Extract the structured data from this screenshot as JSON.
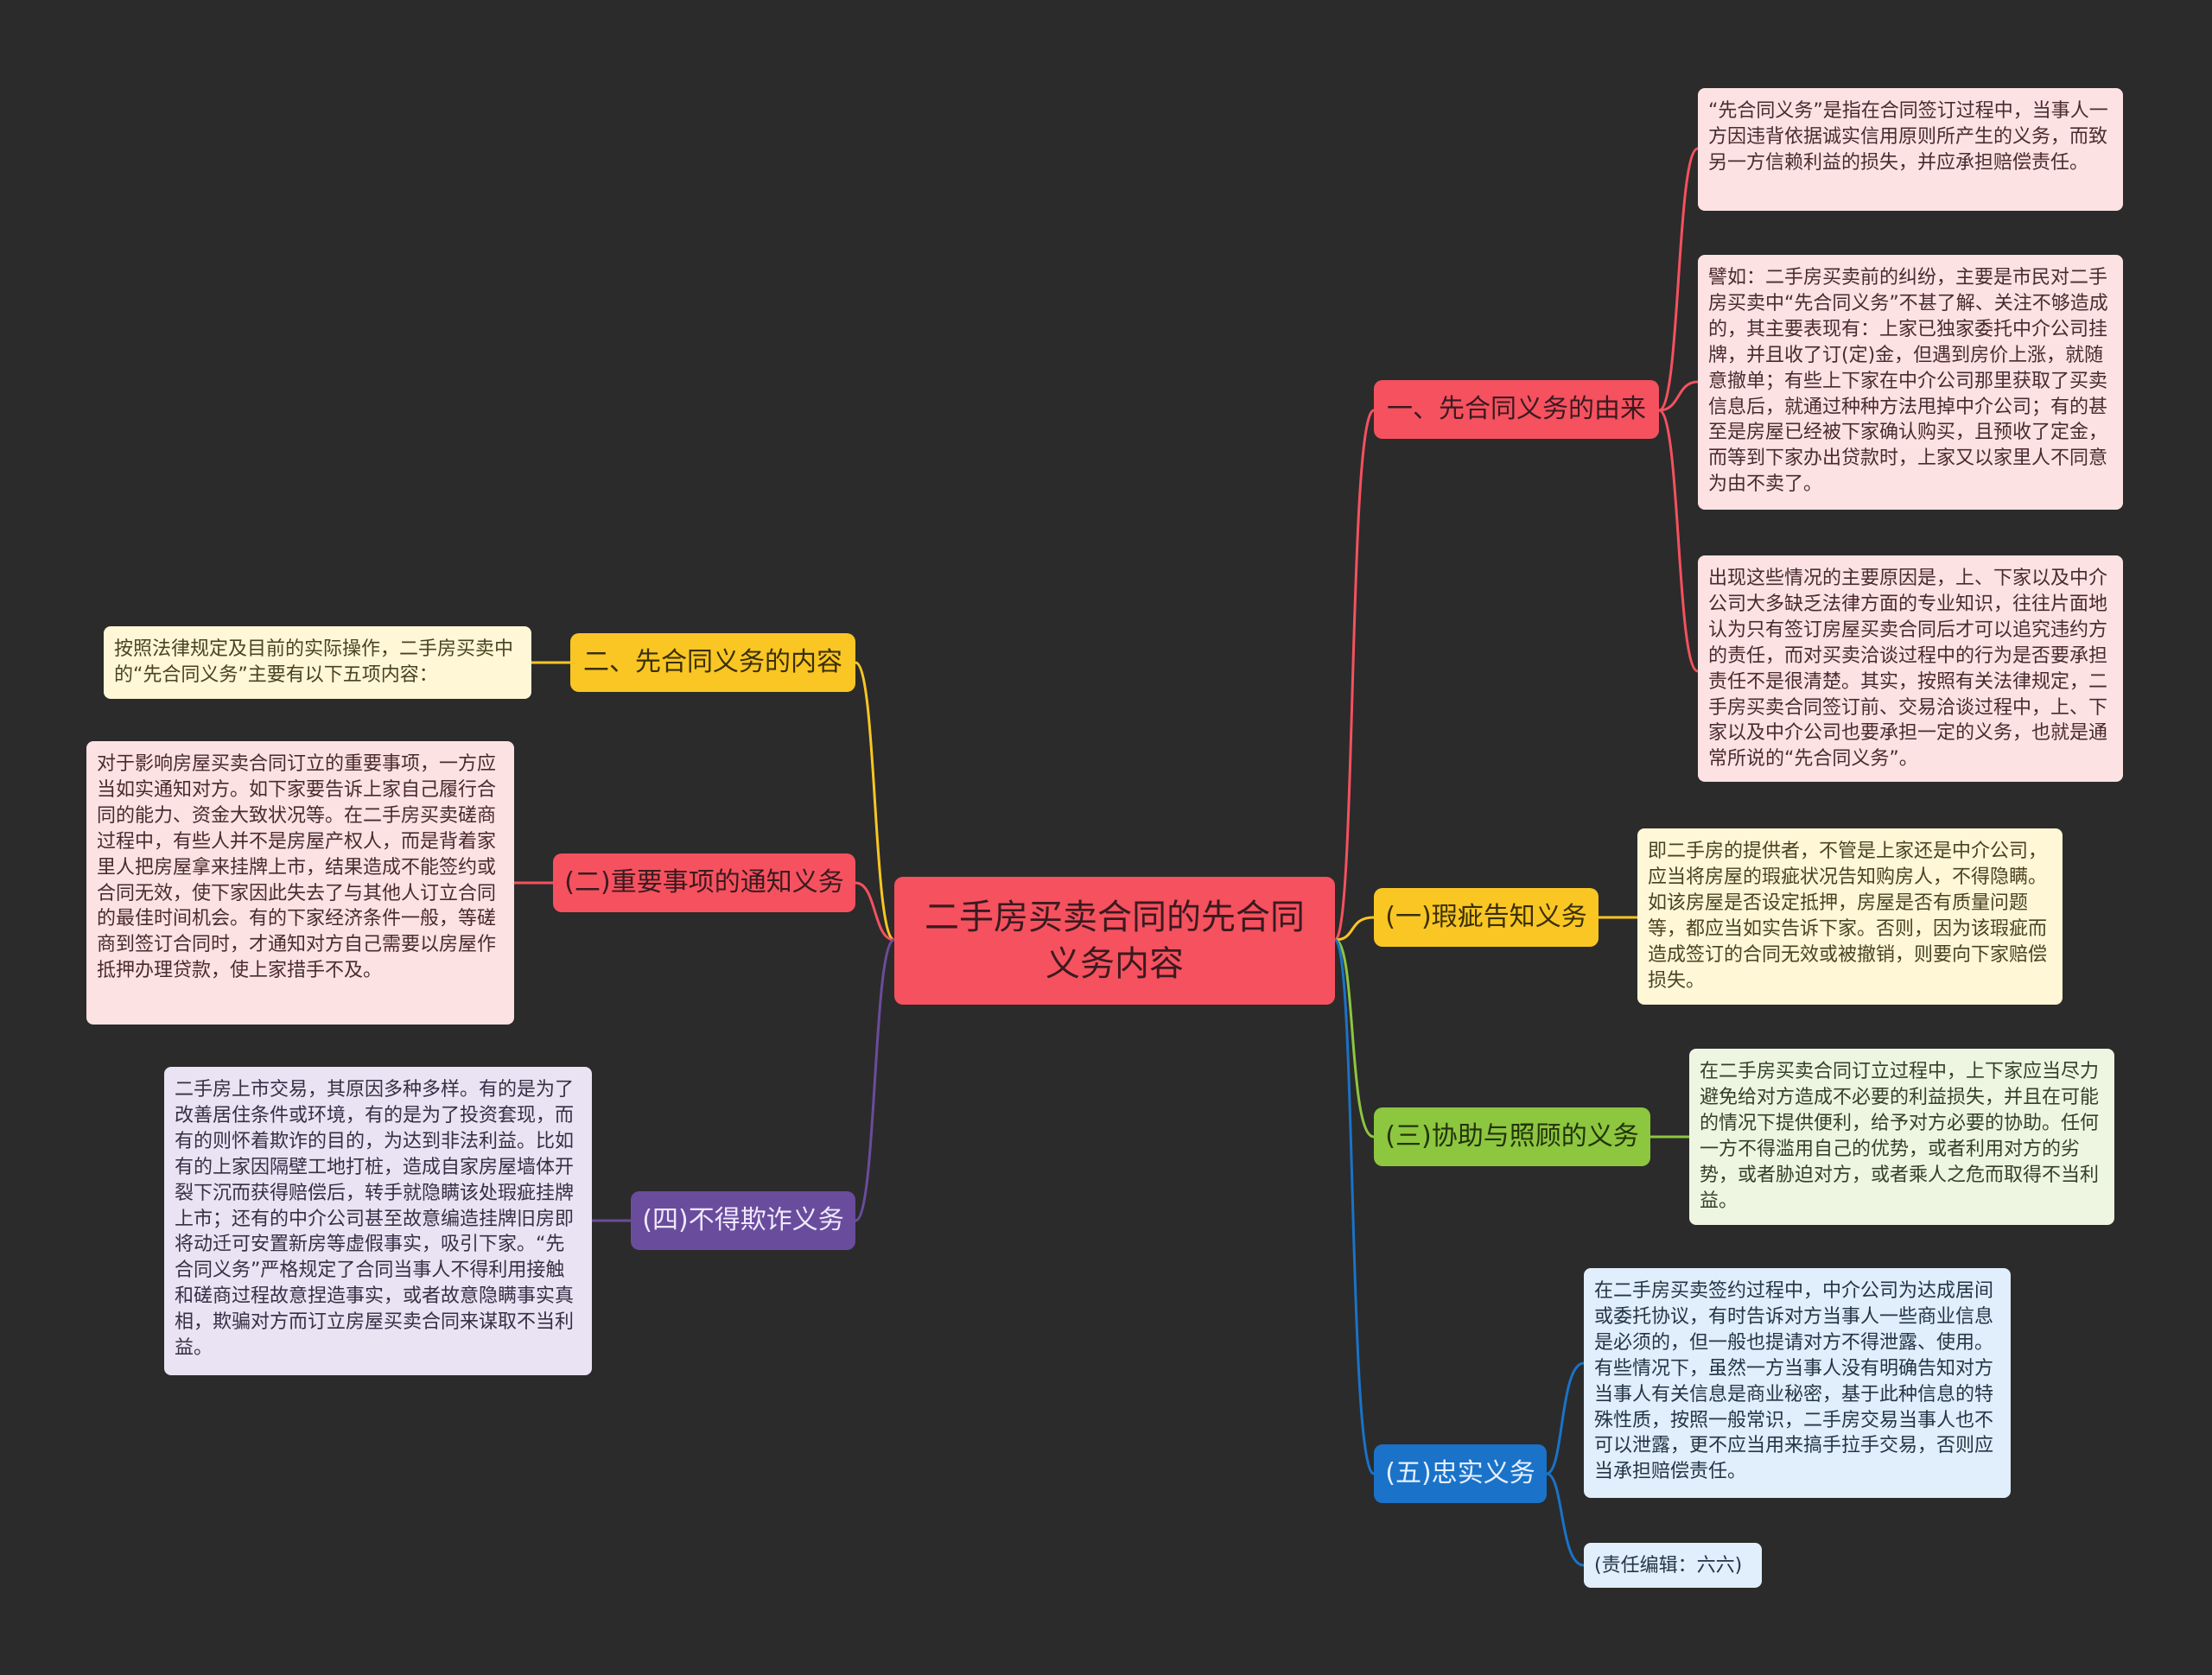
{
  "root": {
    "label": "二手房买卖合同的先合同义务内容"
  },
  "branches": {
    "origin": {
      "label": "一、先合同义务的由来"
    },
    "content": {
      "label": "二、先合同义务的内容"
    },
    "defect": {
      "label": "(一)瑕疵告知义务"
    },
    "notice": {
      "label": "(二)重要事项的通知义务"
    },
    "assist": {
      "label": "(三)协助与照顾的义务"
    },
    "fraud": {
      "label": "(四)不得欺诈义务"
    },
    "loyal": {
      "label": "(五)忠实义务"
    }
  },
  "leaves": {
    "origin_1": "“先合同义务”是指在合同签订过程中，当事人一方因违背依据诚实信用原则所产生的义务，而致另一方信赖利益的损失，并应承担赔偿责任。",
    "origin_2": "譬如：二手房买卖前的纠纷，主要是市民对二手房买卖中“先合同义务”不甚了解、关注不够造成的，其主要表现有：上家已独家委托中介公司挂牌，并且收了订(定)金，但遇到房价上涨，就随意撤单；有些上下家在中介公司那里获取了买卖信息后，就通过种种方法甩掉中介公司；有的甚至是房屋已经被下家确认购买，且预收了定金，而等到下家办出贷款时，上家又以家里人不同意为由不卖了。",
    "origin_3": "出现这些情况的主要原因是，上、下家以及中介公司大多缺乏法律方面的专业知识，往往片面地认为只有签订房屋买卖合同后才可以追究违约方的责任，而对买卖洽谈过程中的行为是否要承担责任不是很清楚。其实，按照有关法律规定，二手房买卖合同签订前、交易洽谈过程中，上、下家以及中介公司也要承担一定的义务，也就是通常所说的“先合同义务”。",
    "content_1": "按照法律规定及目前的实际操作，二手房买卖中的“先合同义务”主要有以下五项内容：",
    "defect_1": "即二手房的提供者，不管是上家还是中介公司，应当将房屋的瑕疵状况告知购房人，不得隐瞒。如该房屋是否设定抵押，房屋是否有质量问题等，都应当如实告诉下家。否则，因为该瑕疵而造成签订的合同无效或被撤销，则要向下家赔偿损失。",
    "notice_1": "对于影响房屋买卖合同订立的重要事项，一方应当如实通知对方。如下家要告诉上家自己履行合同的能力、资金大致状况等。在二手房买卖磋商过程中，有些人并不是房屋产权人，而是背着家里人把房屋拿来挂牌上市，结果造成不能签约或合同无效，使下家因此失去了与其他人订立合同的最佳时间机会。有的下家经济条件一般，等磋商到签订合同时，才通知对方自己需要以房屋作抵押办理贷款，使上家措手不及。",
    "assist_1": "在二手房买卖合同订立过程中，上下家应当尽力避免给对方造成不必要的利益损失，并且在可能的情况下提供便利，给予对方必要的协助。任何一方不得滥用自己的优势，或者利用对方的劣势，或者胁迫对方，或者乘人之危而取得不当利益。",
    "fraud_1": "二手房上市交易，其原因多种多样。有的是为了改善居住条件或环境，有的是为了投资套现，而有的则怀着欺诈的目的，为达到非法利益。比如有的上家因隔壁工地打桩，造成自家房屋墙体开裂下沉而获得赔偿后，转手就隐瞒该处瑕疵挂牌上市；还有的中介公司甚至故意编造挂牌旧房即将动迁可安置新房等虚假事实，吸引下家。“先合同义务”严格规定了合同当事人不得利用接触和磋商过程故意捏造事实，或者故意隐瞒事实真相，欺骗对方而订立房屋买卖合同来谋取不当利益。",
    "loyal_1": "在二手房买卖签约过程中，中介公司为达成居间或委托协议，有时告诉对方当事人一些商业信息是必须的，但一般也提请对方不得泄露、使用。有些情况下，虽然一方当事人没有明确告知对方当事人有关信息是商业秘密，基于此种信息的特殊性质，按照一般常识，二手房交易当事人也不可以泄露，更不应当用来搞手拉手交易，否则应当承担赔偿责任。",
    "loyal_2": "(责任编辑：六六)"
  },
  "colors": {
    "background": "#2b2b2b",
    "red": "#f5515f",
    "yellow": "#f9c623",
    "green": "#8dc63f",
    "blue": "#1a73c8",
    "purple": "#6a4c9c"
  }
}
